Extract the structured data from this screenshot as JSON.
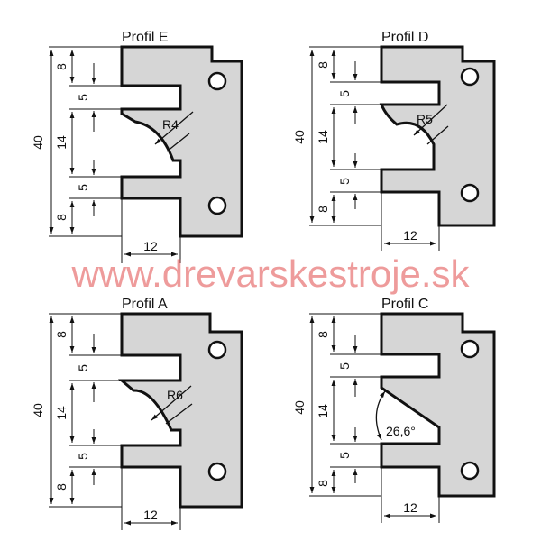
{
  "watermark": "www.drevarskestroje.sk",
  "profiles": [
    {
      "title": "Profil E",
      "overall": "40",
      "dims": [
        "8",
        "5",
        "14",
        "5",
        "8"
      ],
      "width": "12",
      "annotation": "R4"
    },
    {
      "title": "Profil D",
      "overall": "40",
      "dims": [
        "8",
        "5",
        "14",
        "5",
        "8"
      ],
      "width": "12",
      "annotation": "R5"
    },
    {
      "title": "Profil A",
      "overall": "40",
      "dims": [
        "8",
        "5",
        "14",
        "5",
        "8"
      ],
      "width": "12",
      "annotation": "R6"
    },
    {
      "title": "Profil C",
      "overall": "40",
      "dims": [
        "8",
        "5",
        "14",
        "5",
        "8"
      ],
      "width": "12",
      "annotation": "26,6°"
    }
  ]
}
